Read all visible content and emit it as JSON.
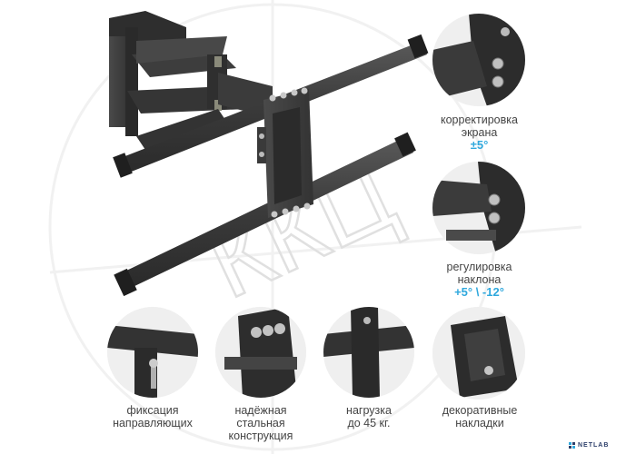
{
  "watermark": "ККЦ",
  "features": [
    {
      "lines": [
        "корректировка",
        "экрана"
      ],
      "accent": "±5°"
    },
    {
      "lines": [
        "регулировка",
        "наклона"
      ],
      "accent": "+5° \\ -12°"
    },
    {
      "lines": [
        "фиксация",
        "направляющих"
      ]
    },
    {
      "lines": [
        "надёжная",
        "стальная",
        "конструкция"
      ]
    },
    {
      "lines": [
        "нагрузка",
        "до 45 кг."
      ]
    },
    {
      "lines": [
        "декоративные",
        "накладки"
      ]
    }
  ],
  "brand": "NETLAB",
  "colors": {
    "accent": "#2fa8dd",
    "metal": "#3a3a3a",
    "caption": "#444444"
  }
}
